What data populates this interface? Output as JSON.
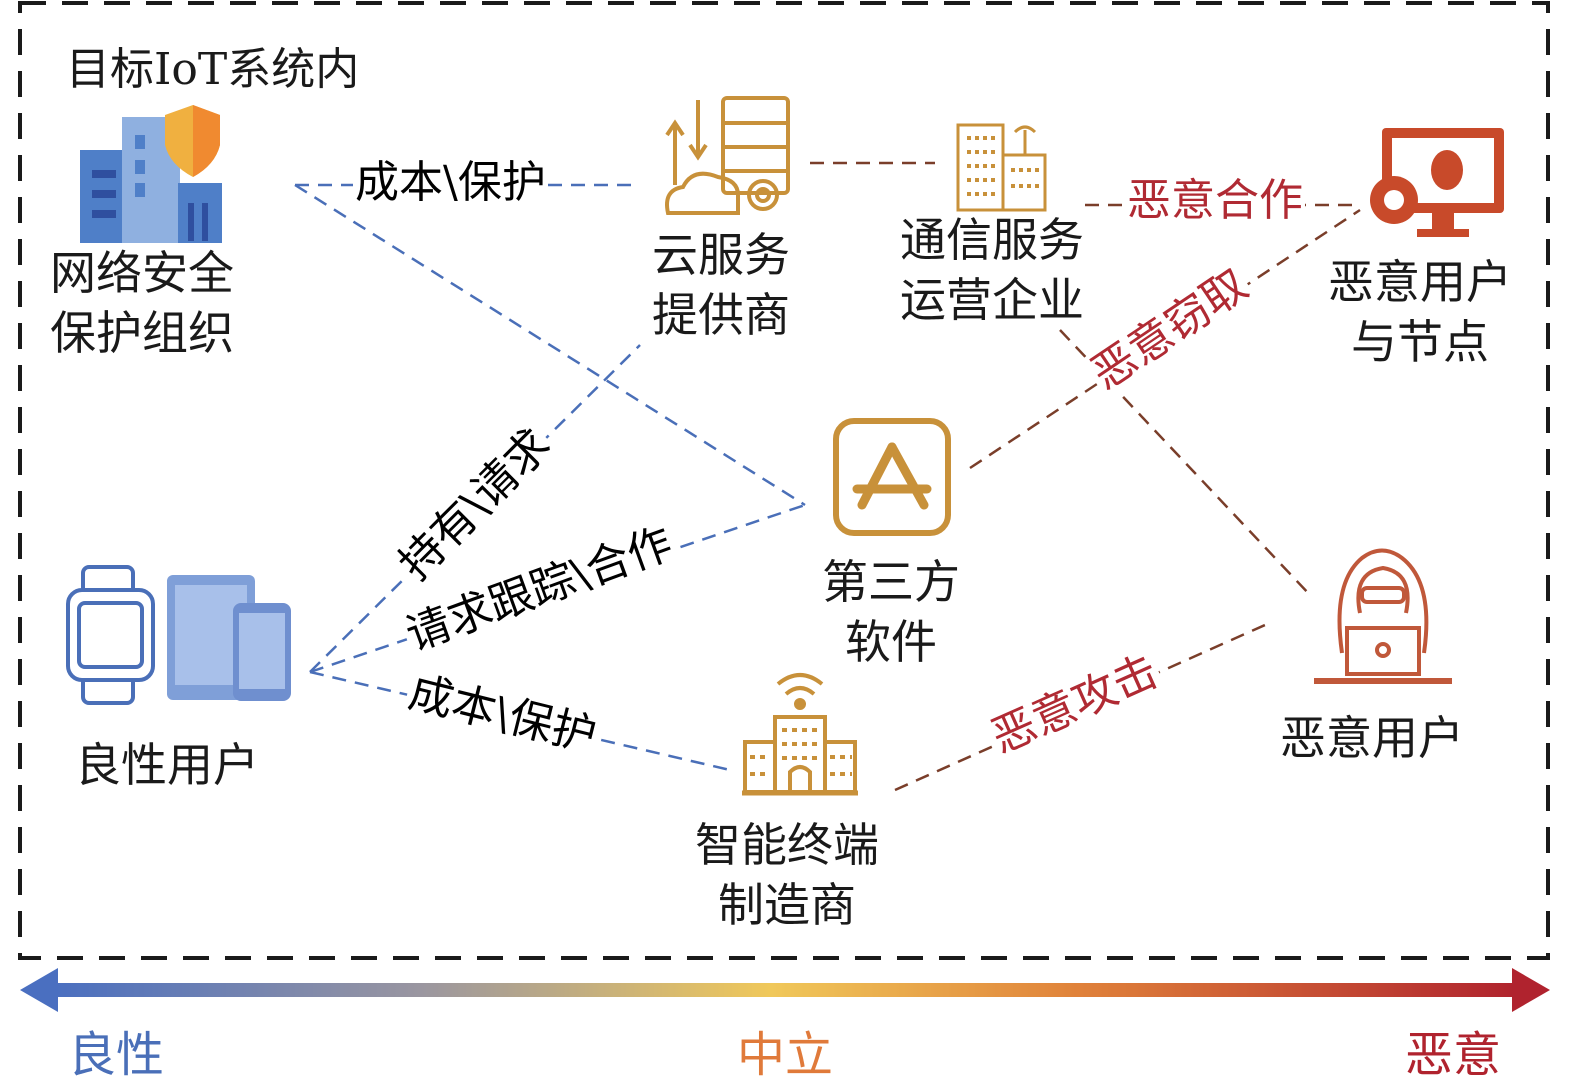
{
  "region_title": "目标IoT系统内",
  "nodes": {
    "security_org": {
      "line1": "网络安全",
      "line2": "保护组织"
    },
    "cloud": {
      "line1": "云服务",
      "line2": "提供商"
    },
    "telecom": {
      "line1": "通信服务",
      "line2": "运营企业"
    },
    "malicious_nodes": {
      "line1": "恶意用户",
      "line2": "与节点"
    },
    "third_party": {
      "line1": "第三方",
      "line2": "软件"
    },
    "benign_user": {
      "label": "良性用户"
    },
    "terminal_maker": {
      "line1": "智能终端",
      "line2": "制造商"
    },
    "malicious_user": {
      "label": "恶意用户"
    }
  },
  "edges": {
    "cost_protect_top": "成本\\保护",
    "hold_request": "持有\\请求",
    "track_coop": "请求跟踪\\合作",
    "cost_protect_bottom": "成本\\保护",
    "mal_coop": "恶意合作",
    "mal_steal": "恶意窃取",
    "mal_attack": "恶意攻击"
  },
  "scale": {
    "left": "良性",
    "middle": "中立",
    "right": "恶意"
  },
  "colors": {
    "benign": "#4a6fb8",
    "neutral": "#f0c85a",
    "malicious": "#b0232e",
    "neutral_text": "#e07a3a",
    "edge_brown": "#7a3e2a",
    "icon_gold": "#c8913a"
  }
}
